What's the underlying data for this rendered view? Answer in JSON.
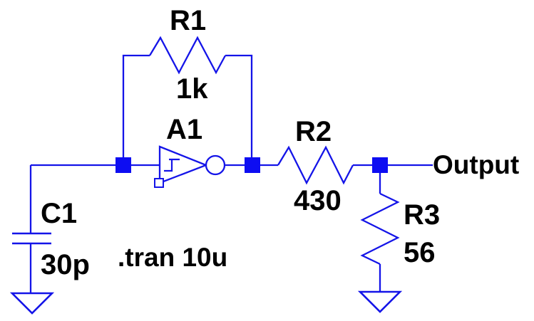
{
  "colors": {
    "wire": "#1414e8",
    "junction": "#0d0df2",
    "text": "#000000",
    "background": "#ffffff"
  },
  "components": {
    "r1": {
      "designator": "R1",
      "value": "1k"
    },
    "r2": {
      "designator": "R2",
      "value": "430"
    },
    "r3": {
      "designator": "R3",
      "value": "56"
    },
    "c1": {
      "designator": "C1",
      "value": "30p"
    },
    "a1": {
      "designator": "A1"
    }
  },
  "net_labels": {
    "output": "Output"
  },
  "directives": {
    "tran": ".tran 10u"
  }
}
